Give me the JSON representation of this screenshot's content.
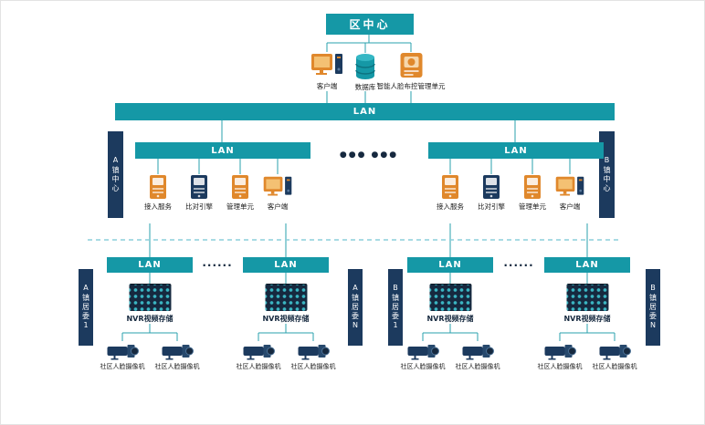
{
  "colors": {
    "teal": "#1598a6",
    "navy": "#1c3a5e",
    "orange": "#e0882c",
    "line": "#2aa0ae",
    "dashed": "#8bcfdb"
  },
  "header": {
    "title": "区中心"
  },
  "lan_label": "LAN",
  "top_devices": [
    {
      "label": "客户端"
    },
    {
      "label": "数据库"
    },
    {
      "label": "智能人脸布控管理单元"
    }
  ],
  "mid": {
    "left_side_label": "A镇中心",
    "right_side_label": "B镇中心",
    "dots": "●●●  ●●●",
    "left_devices": [
      "接入服务",
      "比对引擎",
      "管理单元",
      "客户端"
    ],
    "right_devices": [
      "接入服务",
      "比对引擎",
      "管理单元",
      "客户端"
    ]
  },
  "bottom": {
    "dots": "......",
    "side_labels": [
      "A镇居委1",
      "A镇居委N",
      "B镇居委1",
      "B镇居委N"
    ],
    "groups": [
      {
        "nvr_label": "NVR视频存储",
        "cameras": [
          "社区人脸摄像机",
          "社区人脸摄像机"
        ]
      },
      {
        "nvr_label": "NVR视频存储",
        "cameras": [
          "社区人脸摄像机",
          "社区人脸摄像机"
        ]
      },
      {
        "nvr_label": "NVR视频存储",
        "cameras": [
          "社区人脸摄像机",
          "社区人脸摄像机"
        ]
      },
      {
        "nvr_label": "NVR视频存储",
        "cameras": [
          "社区人脸摄像机",
          "社区人脸摄像机"
        ]
      }
    ]
  },
  "icons": {
    "client": "monitor-with-tower",
    "database": "cylinder",
    "face_unit": "server-box",
    "service_unit": "server-box",
    "nvr": "disk-array",
    "camera": "bullet-camera"
  }
}
